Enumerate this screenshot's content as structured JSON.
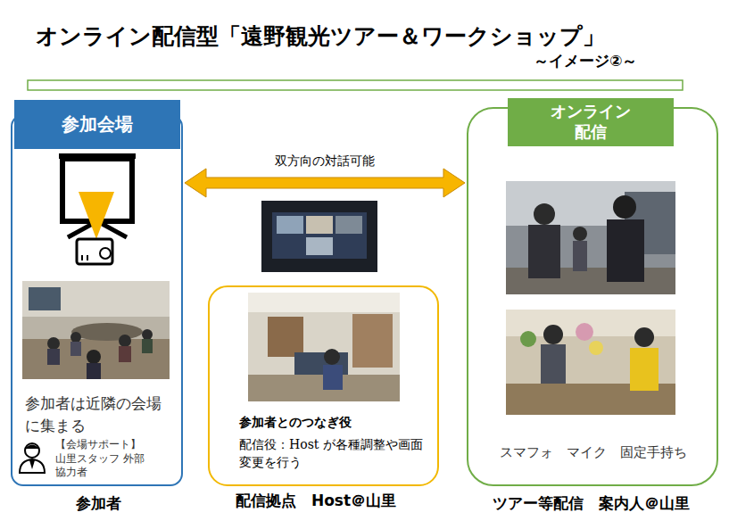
{
  "diagram": {
    "title": "オンライン配信型「遠野観光ツアー＆ワークショップ」",
    "nodes": [
      {
        "text": [
          "参加者は近隣の会場に集まる",
          "【会場サポート】 山里スタッフ 外部協力者",
          "参加者"
        ]
      },
      {
        "text": [
          "参加会場"
        ],
        "in": 0
      },
      {
        "text": [
          "参加者とのつなぎ役",
          "配信役：Host が各種調整や画面変更を行う",
          "配信拠点　Host＠山里"
        ]
      },
      {
        "text": [
          "スマフォ　マイク　固定手持ち",
          "ツアー等配信　案内人＠山里"
        ]
      },
      {
        "text": [
          "オンライン 配信"
        ],
        "in": 3
      }
    ],
    "edges": [
      {
        "from": 0,
        "to": 3,
        "label": "双方向の対話可能",
        "arrow": "both"
      }
    ],
    "labels": [
      "～イメージ②～"
    ]
  }
}
